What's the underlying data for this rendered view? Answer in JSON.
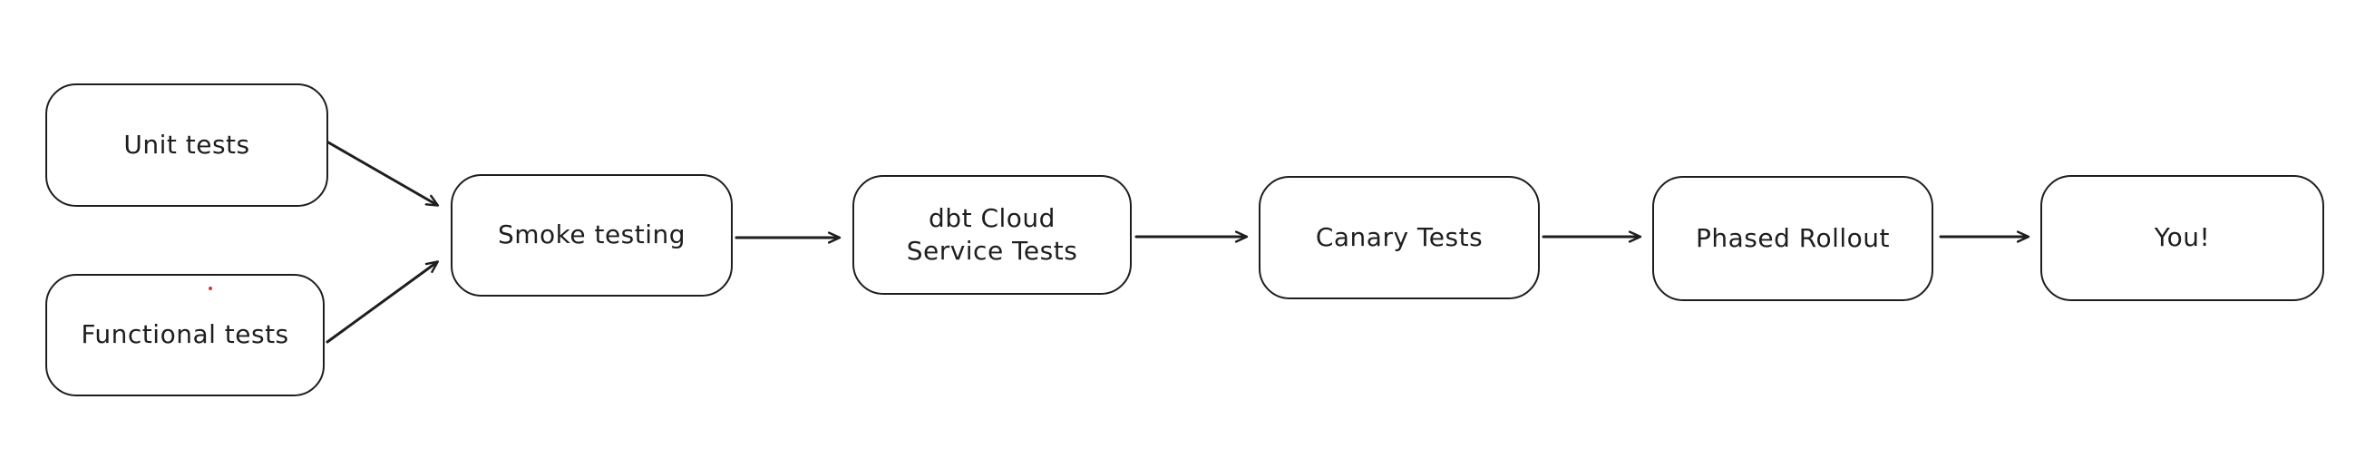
{
  "diagram": {
    "type": "flowchart",
    "style": "hand-drawn",
    "background_color": "#ffffff",
    "stroke_color": "#1e1e1e",
    "node_fill_color": "#ffffff",
    "stray_dot_color": "#e03131",
    "nodes": [
      {
        "id": "unit-tests",
        "label": "Unit tests"
      },
      {
        "id": "functional-tests",
        "label": "Functional tests"
      },
      {
        "id": "smoke-testing",
        "label": "Smoke testing"
      },
      {
        "id": "dbt-cloud-service-tests",
        "label": "dbt Cloud\nService Tests"
      },
      {
        "id": "canary-tests",
        "label": "Canary Tests"
      },
      {
        "id": "phased-rollout",
        "label": "Phased Rollout"
      },
      {
        "id": "you",
        "label": "You!"
      }
    ],
    "edges": [
      {
        "from": "unit-tests",
        "to": "smoke-testing"
      },
      {
        "from": "functional-tests",
        "to": "smoke-testing"
      },
      {
        "from": "smoke-testing",
        "to": "dbt-cloud-service-tests"
      },
      {
        "from": "dbt-cloud-service-tests",
        "to": "canary-tests"
      },
      {
        "from": "canary-tests",
        "to": "phased-rollout"
      },
      {
        "from": "phased-rollout",
        "to": "you"
      }
    ]
  }
}
